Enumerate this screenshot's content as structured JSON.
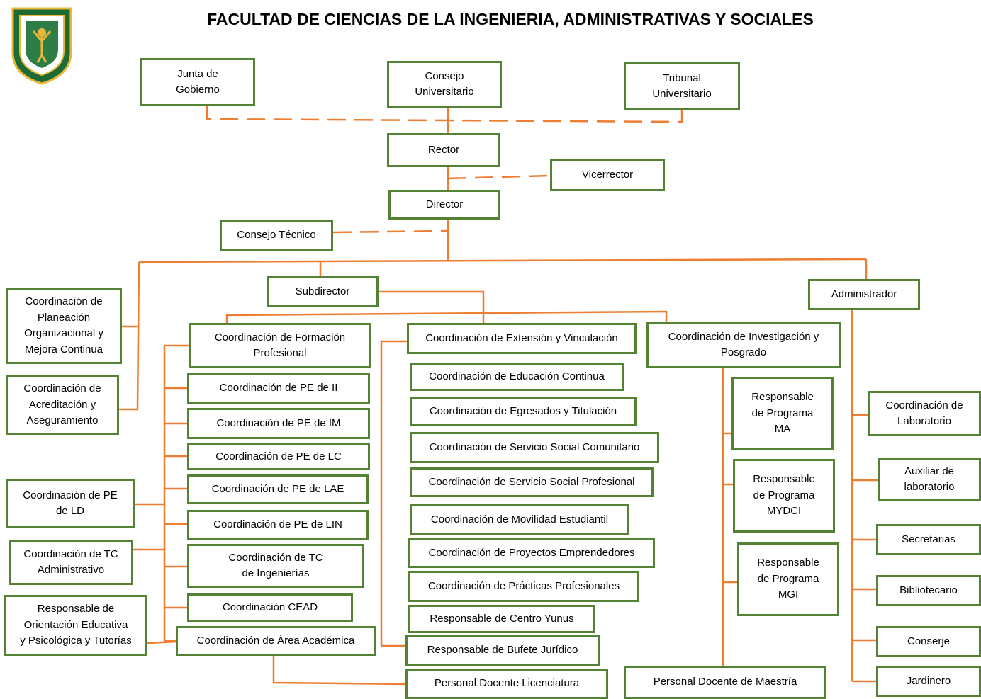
{
  "title": "FACULTAD DE CIENCIAS DE LA INGENIERIA, ADMINISTRATIVAS Y SOCIALES",
  "colors": {
    "border": "#548235",
    "solid_line": "#ED7D31",
    "dashed_line": "#ED7D31"
  },
  "logo": {
    "icon": "university-seal-icon",
    "colors": [
      "#1f6b35",
      "#e8b83a"
    ]
  },
  "nodes": {
    "junta": "Junta de\nGobierno",
    "consejo_univ": "Consejo\nUniversitario",
    "tribunal": "Tribunal\nUniversitario",
    "rector": "Rector",
    "vicerrector": "Vicerrector",
    "director": "Director",
    "consejo_tecnico": "Consejo Técnico",
    "subdirector": "Subdirector",
    "administrador": "Administrador",
    "coord_planeacion": "Coordinación de\nPlaneación\nOrganizacional y\nMejora Continua",
    "coord_acreditacion": "Coordinación de\nAcreditación y\nAseguramiento",
    "coord_pe_ld": "Coordinación de PE\nde LD",
    "coord_tc_admin": "Coordinación de TC\nAdministrativo",
    "resp_orientacion": "Responsable de\nOrientación Educativa\ny Psicológica y Tutorías",
    "coord_formacion": "Coordinación de Formación\nProfesional",
    "coord_pe_ii": "Coordinación de PE de II",
    "coord_pe_im": "Coordinación de PE de IM",
    "coord_pe_lc": "Coordinación de PE de LC",
    "coord_pe_lae": "Coordinación de PE de LAE",
    "coord_pe_lin": "Coordinación de PE de LIN",
    "coord_tc_ing": "Coordinación de TC\nde Ingenierías",
    "coord_cead": "Coordinación CEAD",
    "coord_area": "Coordinación de Área Académica",
    "coord_extension": "Coordinación de Extensión y Vinculación",
    "coord_educacion": "Coordinación de Educación Continua",
    "coord_egresados": "Coordinación de Egresados y Titulación",
    "coord_ss_comunitario": "Coordinación de Servicio Social Comunitario",
    "coord_ss_profesional": "Coordinación de Servicio Social Profesional",
    "coord_movilidad": "Coordinación de Movilidad Estudiantil",
    "coord_proyectos": "Coordinación de Proyectos Emprendedores",
    "coord_practicas": "Coordinación de Prácticas Profesionales",
    "resp_yunus": "Responsable de Centro Yunus",
    "resp_bufete": "Responsable de Bufete Jurídico",
    "personal_lic": "Personal Docente Licenciatura",
    "coord_investigacion": "Coordinación de Investigación y\nPosgrado",
    "resp_ma": "Responsable\nde Programa\nMA",
    "resp_mydci": "Responsable\nde Programa\nMYDCI",
    "resp_mgi": "Responsable\nde Programa\nMGI",
    "personal_maestria": "Personal Docente de Maestría",
    "coord_laboratorio": "Coordinación de\nLaboratorio",
    "auxiliar_lab": "Auxiliar de\nlaboratorio",
    "secretarias": "Secretarias",
    "bibliotecario": "Bibliotecario",
    "conserje": "Conserje",
    "jardinero": "Jardinero"
  }
}
